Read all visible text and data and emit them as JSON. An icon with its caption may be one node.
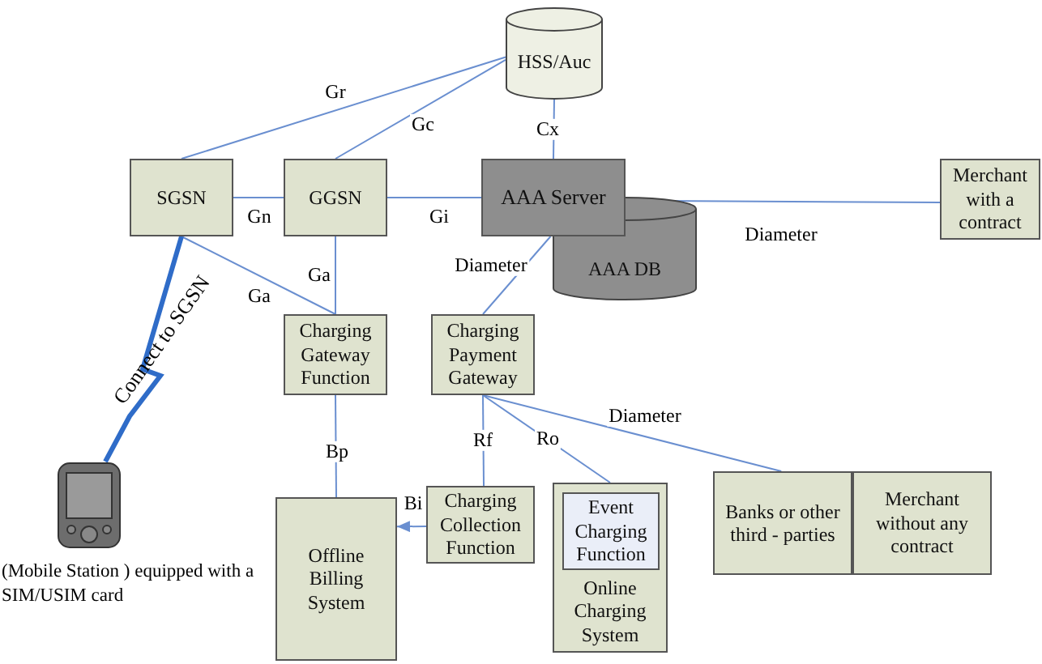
{
  "diagram": {
    "nodes": [
      {
        "text": [
          "HSS/Auc"
        ]
      },
      {
        "text": [
          "SGSN"
        ]
      },
      {
        "text": [
          "GGSN"
        ]
      },
      {
        "text": [
          "AAA Server"
        ]
      },
      {
        "text": [
          "AAA DB"
        ]
      },
      {
        "text": [
          "Merchant with a contract"
        ]
      },
      {
        "text": [
          "Charging Gateway Function"
        ]
      },
      {
        "text": [
          "Charging Payment Gateway"
        ]
      },
      {
        "text": [
          "Offline Billing System"
        ]
      },
      {
        "text": [
          "Charging Collection Function"
        ]
      },
      {
        "text": [
          "Online Charging System"
        ]
      },
      {
        "text": [
          "Event Charging Function"
        ],
        "in": 10
      },
      {
        "text": [
          "Banks or other third - parties"
        ]
      },
      {
        "text": [
          "Merchant without any contract"
        ]
      },
      {
        "text": [],
        "shape": "picture",
        "beside": [
          "(Mobile Station ) equipped with a SIM/USIM card"
        ]
      }
    ],
    "edges": [
      {
        "from": 1,
        "to": 0,
        "arrow": "none",
        "label": "Gr"
      },
      {
        "from": 2,
        "to": 0,
        "arrow": "none",
        "label": "Gc"
      },
      {
        "from": 0,
        "to": 3,
        "arrow": "none",
        "label": "Cx"
      },
      {
        "from": 1,
        "to": 2,
        "arrow": "none",
        "label": "Gn"
      },
      {
        "from": 2,
        "to": 3,
        "arrow": "none",
        "label": "Gi"
      },
      {
        "from": 3,
        "to": 5,
        "arrow": "none",
        "label": "Diameter"
      },
      {
        "from": 3,
        "to": 7,
        "arrow": "none",
        "label": "Diameter"
      },
      {
        "from": 1,
        "to": 6,
        "arrow": "none",
        "label": "Ga"
      },
      {
        "from": 2,
        "to": 6,
        "arrow": "none",
        "label": "Ga"
      },
      {
        "from": 6,
        "to": 8,
        "arrow": "none",
        "label": "Bp"
      },
      {
        "from": 9,
        "to": 8,
        "arrow": "to",
        "label": "Bi"
      },
      {
        "from": 7,
        "to": 9,
        "arrow": "none",
        "label": "Rf"
      },
      {
        "from": 7,
        "to": 10,
        "arrow": "none",
        "label": "Ro"
      },
      {
        "from": 7,
        "to": 12,
        "arrow": "none",
        "label": "Diameter"
      },
      {
        "from": 14,
        "to": 1,
        "arrow": "none",
        "label": "Connect to SGSN",
        "style": "thick",
        "color": "#2f6cc8"
      }
    ]
  }
}
